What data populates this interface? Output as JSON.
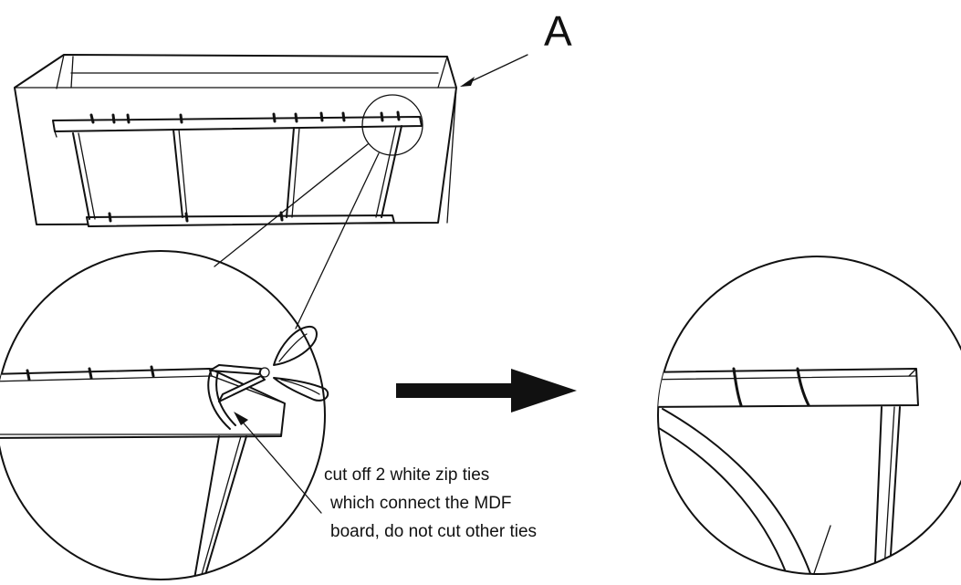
{
  "labels": {
    "part_letter": "A",
    "instruction_line1": "cut off 2 white zip ties",
    "instruction_line2": "which connect the MDF",
    "instruction_line3": "board, do not cut other ties"
  }
}
